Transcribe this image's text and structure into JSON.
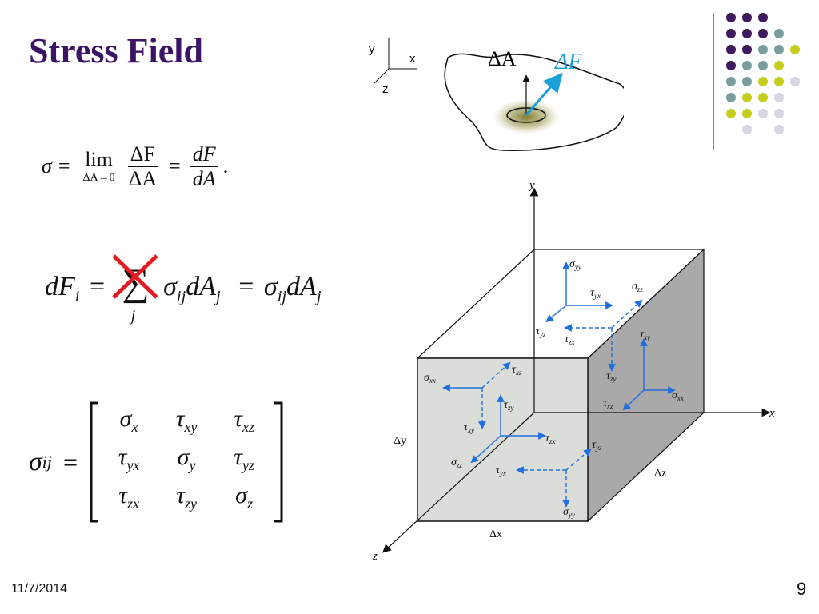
{
  "slide": {
    "title": "Stress Field",
    "date": "11/7/2014",
    "page_number": "9"
  },
  "equations": {
    "limit_def": {
      "sigma": "σ",
      "equals": "=",
      "lim": "lim",
      "lim_sub": "ΔA→0",
      "frac1_num": "ΔF",
      "frac1_den": "ΔA",
      "frac2_num": "dF",
      "frac2_den": "dA",
      "end": "."
    },
    "force_relation": {
      "lhs": "dF",
      "lhs_sub": "i",
      "equals": "=",
      "sum_symbol": "∑",
      "sum_index": "j",
      "term_sigma": "σ",
      "term_sigma_sub": "ij",
      "term_dA": "dA",
      "term_dA_sub": "j",
      "rhs_equals": "=",
      "rhs_sigma": "σ",
      "rhs_sigma_sub": "ij",
      "rhs_dA": "dA",
      "rhs_dA_sub": "j",
      "cross_color": "#e31b23"
    },
    "tensor": {
      "lhs": "σ",
      "lhs_sub": "ij",
      "equals": "=",
      "rows": [
        [
          {
            "sym": "σ",
            "sub": "x"
          },
          {
            "sym": "τ",
            "sub": "xy"
          },
          {
            "sym": "τ",
            "sub": "xz"
          }
        ],
        [
          {
            "sym": "τ",
            "sub": "yx"
          },
          {
            "sym": "σ",
            "sub": "y"
          },
          {
            "sym": "τ",
            "sub": "yz"
          }
        ],
        [
          {
            "sym": "τ",
            "sub": "zx"
          },
          {
            "sym": "τ",
            "sub": "zy"
          },
          {
            "sym": "σ",
            "sub": "z"
          }
        ]
      ]
    }
  },
  "body_diagram": {
    "axis_y": "y",
    "axis_x": "x",
    "axis_z": "z",
    "area_label": "ΔA",
    "force_label": "ΔF",
    "force_color": "#1aa0d8"
  },
  "cube_diagram": {
    "axis_y": "y",
    "axis_x": "x",
    "axis_z": "z",
    "dim_x": "Δx",
    "dim_y": "Δy",
    "dim_z": "Δz",
    "arrow_color": "#1f6fe0",
    "labels": {
      "s_yy_top": {
        "sym": "σ",
        "sub": "yy"
      },
      "t_yx_top": {
        "sym": "τ",
        "sub": "yx"
      },
      "s_zz_top": {
        "sym": "σ",
        "sub": "zz"
      },
      "t_yz_top": {
        "sym": "τ",
        "sub": "yz"
      },
      "t_zx_top": {
        "sym": "τ",
        "sub": "zx"
      },
      "t_xy_right": {
        "sym": "τ",
        "sub": "xy"
      },
      "t_zy_right": {
        "sym": "τ",
        "sub": "zy"
      },
      "s_xx_right": {
        "sym": "σ",
        "sub": "xx"
      },
      "t_xz_right": {
        "sym": "τ",
        "sub": "xz"
      },
      "s_xx_left": {
        "sym": "σ",
        "sub": "xx"
      },
      "t_xz_left": {
        "sym": "τ",
        "sub": "xz"
      },
      "t_zy_left": {
        "sym": "τ",
        "sub": "zy"
      },
      "t_xy_left": {
        "sym": "τ",
        "sub": "xy"
      },
      "t_zx_front": {
        "sym": "τ",
        "sub": "zx"
      },
      "s_zz_front": {
        "sym": "σ",
        "sub": "zz"
      },
      "t_yz_front": {
        "sym": "τ",
        "sub": "yz"
      },
      "t_yx_front": {
        "sym": "τ",
        "sub": "yx"
      },
      "s_yy_front": {
        "sym": "σ",
        "sub": "yy"
      }
    }
  },
  "decoration": {
    "dot_colors": {
      "purple": "#3f1a5e",
      "teal": "#7a9e9f",
      "yellow": "#c8cc1e",
      "lavender": "#d6d6e8"
    },
    "dots": [
      [
        "purple",
        "purple",
        "purple",
        null,
        null
      ],
      [
        "purple",
        "purple",
        "purple",
        "teal",
        null
      ],
      [
        "purple",
        "purple",
        "teal",
        "teal",
        "yellow"
      ],
      [
        "purple",
        "teal",
        "teal",
        "yellow",
        null
      ],
      [
        "teal",
        "teal",
        "yellow",
        "yellow",
        "lavender"
      ],
      [
        "teal",
        "yellow",
        "yellow",
        "lavender",
        null
      ],
      [
        "yellow",
        "yellow",
        "lavender",
        "lavender",
        null
      ],
      [
        null,
        "lavender",
        null,
        "lavender",
        null
      ]
    ]
  }
}
